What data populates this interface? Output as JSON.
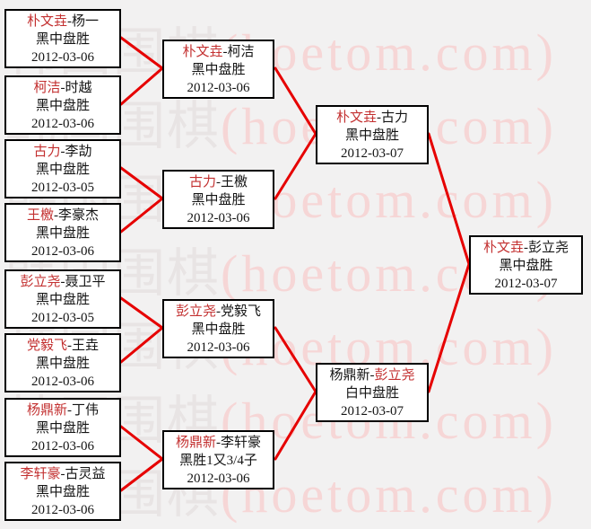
{
  "sep": "-",
  "watermark": {
    "cjk": "韩国围棋",
    "latin": "(hoetom.com)"
  },
  "colors": {
    "background": "#f2f1f1",
    "connector_line": "#e60000",
    "winner_name": "#c33030",
    "box_border": "#000000",
    "box_background": "#ffffff",
    "watermark_cjk": "#e8e4e4",
    "watermark_latin": "#f6d6d6"
  },
  "bracket": {
    "round1": [
      {
        "p1": "朴文垚",
        "p1_class": "red",
        "p2": "杨一",
        "p2_class": "blk",
        "result": "黑中盘胜",
        "date": "2012-03-06"
      },
      {
        "p1": "柯洁",
        "p1_class": "red",
        "p2": "时越",
        "p2_class": "blk",
        "result": "黑中盘胜",
        "date": "2012-03-06"
      },
      {
        "p1": "古力",
        "p1_class": "red",
        "p2": "李劼",
        "p2_class": "blk",
        "result": "黑中盘胜",
        "date": "2012-03-05"
      },
      {
        "p1": "王檄",
        "p1_class": "red",
        "p2": "李豪杰",
        "p2_class": "blk",
        "result": "黑中盘胜",
        "date": "2012-03-06"
      },
      {
        "p1": "彭立尧",
        "p1_class": "red",
        "p2": "聂卫平",
        "p2_class": "blk",
        "result": "黑中盘胜",
        "date": "2012-03-05"
      },
      {
        "p1": "党毅飞",
        "p1_class": "red",
        "p2": "王垚",
        "p2_class": "blk",
        "result": "黑中盘胜",
        "date": "2012-03-06"
      },
      {
        "p1": "杨鼎新",
        "p1_class": "red",
        "p2": "丁伟",
        "p2_class": "blk",
        "result": "黑中盘胜",
        "date": "2012-03-06"
      },
      {
        "p1": "李轩豪",
        "p1_class": "red",
        "p2": "古灵益",
        "p2_class": "blk",
        "result": "黑中盘胜",
        "date": "2012-03-06"
      }
    ],
    "round2": [
      {
        "p1": "朴文垚",
        "p1_class": "red",
        "p2": "柯洁",
        "p2_class": "blk",
        "result": "黑中盘胜",
        "date": "2012-03-06"
      },
      {
        "p1": "古力",
        "p1_class": "red",
        "p2": "王檄",
        "p2_class": "blk",
        "result": "黑中盘胜",
        "date": "2012-03-06"
      },
      {
        "p1": "彭立尧",
        "p1_class": "red",
        "p2": "党毅飞",
        "p2_class": "blk",
        "result": "黑中盘胜",
        "date": "2012-03-06"
      },
      {
        "p1": "杨鼎新",
        "p1_class": "red",
        "p2": "李轩豪",
        "p2_class": "blk",
        "result": "黑胜1又3/4子",
        "date": "2012-03-06"
      }
    ],
    "semifinals": [
      {
        "p1": "朴文垚",
        "p1_class": "red",
        "p2": "古力",
        "p2_class": "blk",
        "result": "黑中盘胜",
        "date": "2012-03-07"
      },
      {
        "p1": "杨鼎新",
        "p1_class": "blk",
        "p2": "彭立尧",
        "p2_class": "red",
        "result": "白中盘胜",
        "date": "2012-03-07"
      }
    ],
    "final": [
      {
        "p1": "朴文垚",
        "p1_class": "red",
        "p2": "彭立尧",
        "p2_class": "blk",
        "result": "黑中盘胜",
        "date": "2012-03-07"
      }
    ]
  }
}
